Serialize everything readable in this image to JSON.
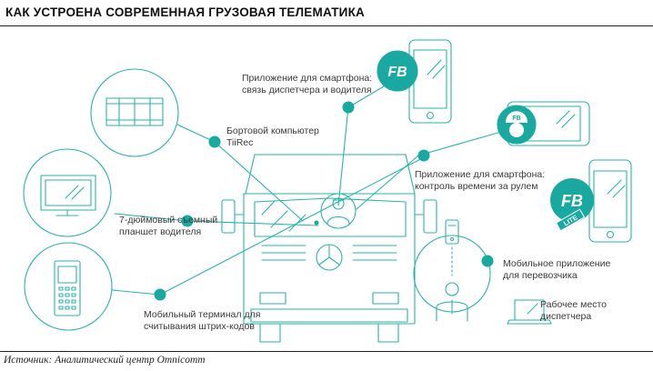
{
  "title": "КАК УСТРОЕНА СОВРЕМЕННАЯ ГРУЗОВАЯ ТЕЛЕМАТИКА",
  "labels": {
    "smartphone_dispatch": "Приложение для смартфона:\nсвязь диспетчера и водителя",
    "onboard_computer": "Бортовой компьютер\nTiiRec",
    "smartphone_time": "Приложение для смартфона:\nконтроль времени за рулем",
    "tablet": "7-дюймовый съемный\nпланшет водителя",
    "mobile_app": "Мобильное приложение\nдля перевозчика",
    "dispatcher_workplace": "Рабочее место\nдиспетчера",
    "mobile_terminal": "Мобильный терминал для\nсчитывания штрих-кодов"
  },
  "logo_text": "FB",
  "logo_badge": "LITE",
  "source": "Источник: Аналитический центр Omnicomm",
  "colors": {
    "accent": "#1aa9a0",
    "line": "#2bb3aa",
    "text": "#3a3a3a"
  },
  "icons": [
    "computer-unit-icon",
    "monitor-icon",
    "feature-phone-icon",
    "truck-icon",
    "driver-icon",
    "smartphone-icon",
    "fb-truck-icon",
    "fb-driver-icon",
    "fb-lite-logo-icon",
    "person-icon",
    "phone-small-icon",
    "laptop-icon"
  ]
}
